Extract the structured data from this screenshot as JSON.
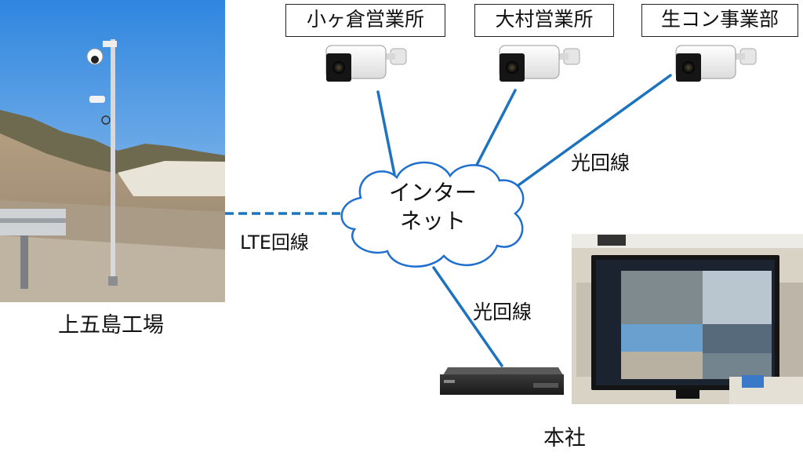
{
  "sites": {
    "kokura": "小ヶ倉営業所",
    "omura": "大村営業所",
    "namacon": "生コン事業部"
  },
  "cloud": {
    "line1": "インター",
    "line2": "ネット"
  },
  "links": {
    "fiber_upper": "光回線",
    "fiber_lower": "光回線",
    "lte": "LTE回線"
  },
  "places": {
    "factory": "上五島工場",
    "hq": "本社"
  },
  "icons": {
    "camera": "bullet-camera-icon",
    "cloud": "cloud-icon",
    "nvr": "nvr-recorder-icon",
    "monitor": "monitor-icon",
    "photo": "site-photo-pole-camera"
  },
  "colors": {
    "link_line": "#1e73be"
  }
}
